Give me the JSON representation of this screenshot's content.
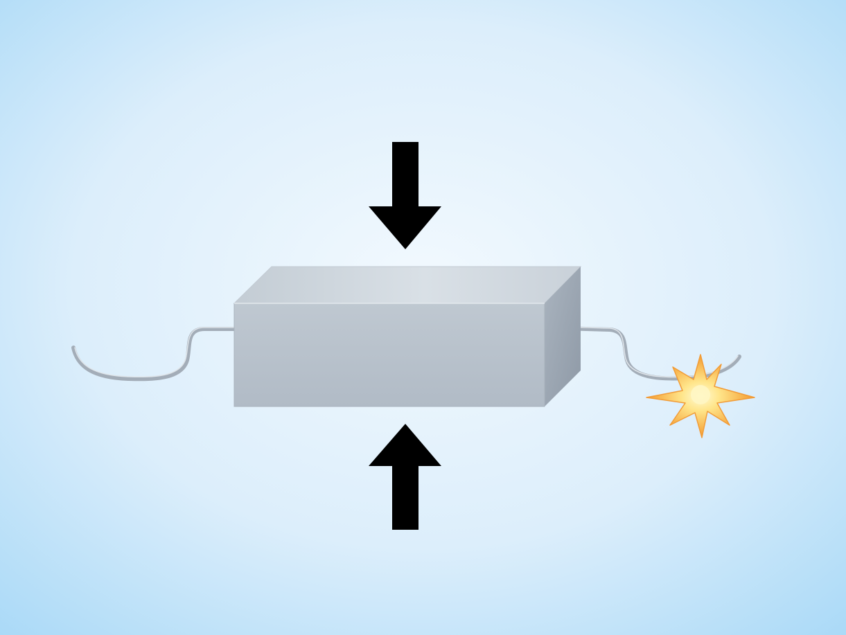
{
  "diagram": {
    "subject": "compressed-block-with-leads",
    "elements": [
      {
        "name": "block",
        "icon": "rectangular-block"
      },
      {
        "name": "compression-arrow-top",
        "icon": "arrow-down-icon"
      },
      {
        "name": "compression-arrow-bottom",
        "icon": "arrow-up-icon"
      },
      {
        "name": "wire-left",
        "icon": "wire-lead"
      },
      {
        "name": "wire-right",
        "icon": "wire-lead"
      },
      {
        "name": "spark",
        "icon": "spark-burst-icon"
      }
    ]
  },
  "colors": {
    "background_center": "#eaf5fd",
    "background_edge": "#a9d9f7",
    "block_front": "#b6c0ca",
    "block_top": "#cdd5dc",
    "block_side": "#9aa5b1",
    "arrow": "#000000",
    "wire": "#a3adb8",
    "spark_core": "#fff2a8",
    "spark_outer": "#f4a23a"
  }
}
